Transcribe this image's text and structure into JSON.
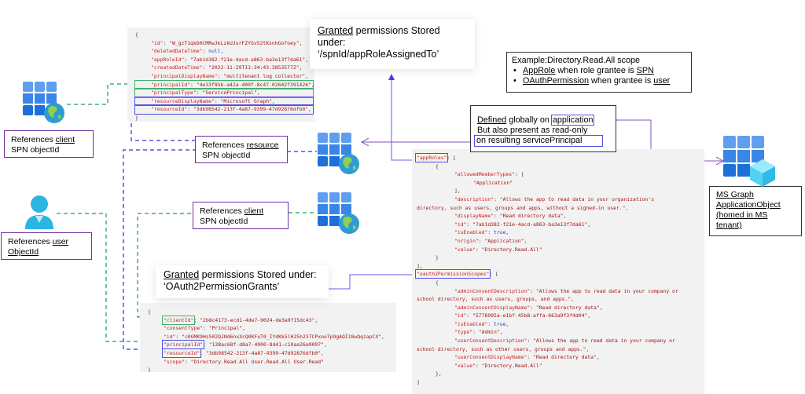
{
  "colors": {
    "green_dash": "#3cb46e",
    "blue_dash": "#5050e6",
    "purple": "#7030a0",
    "code_bg": "#f2f2f2",
    "json_key": "#c81e1e",
    "json_bool": "#1e3cd2"
  },
  "callouts": {
    "app_role_assigned": {
      "underlined": "Granted",
      "rest_line1": " permissions Stored",
      "line2": "under:",
      "line3": "‘/spnId/appRoleAssignedTo’"
    },
    "oauth2_grants": {
      "underlined": "Granted",
      "rest_line1": " permissions Stored under:",
      "line2": "‘OAuth2PermissionGrants’"
    }
  },
  "example_box": {
    "title": "Example:Directory.Read.All scope",
    "bullets": [
      {
        "u1": "AppRole",
        "mid": " when role grantee is ",
        "u2": "SPN"
      },
      {
        "u1": "OAuthPermission",
        "mid": " when grantee is ",
        "u2": "user"
      }
    ]
  },
  "defined_box": {
    "underlined": "Defined",
    "line1_mid": " globally on ",
    "line1_hl": "application",
    "line2": "But also present as read-only",
    "line3_hl": "on resulting servicePrincipal"
  },
  "labels": {
    "ref_client_left": {
      "pre": "References ",
      "u": "client",
      "line2": "SPN objectId"
    },
    "ref_user": {
      "pre": "References ",
      "u": "user",
      "line2u": "ObjectId"
    },
    "ref_resource": {
      "pre": "References ",
      "u": "resource",
      "line2": "SPN objectId"
    },
    "ref_client_mid": {
      "pre": "References ",
      "u": "client",
      "line2": "SPN objectId"
    },
    "ms_graph": [
      "MS Graph",
      "ApplicationObject",
      "(homed in MS",
      "tenant)"
    ]
  },
  "icons": {
    "spn_client_left": "enterprise-app-globe-icon",
    "user": "user-icon",
    "spn_resource": "enterprise-app-globe-icon",
    "spn_client_mid": "enterprise-app-globe-icon",
    "ms_graph_app": "app-registration-cube-icon"
  },
  "json_app_role_assignment": [
    {
      "t": "{"
    },
    {
      "k": "id",
      "v": "\"W_gzT1qkD0CMRwJkLzkUJsrFZYGvS2tKsnhGofoey\""
    },
    {
      "k": "deletedDateTime",
      "v": "null",
      "bool": true
    },
    {
      "k": "appRoleId",
      "v": "\"7ab1d382-f21e-4acd-a863-ba3e13f7da61\""
    },
    {
      "k": "createdDateTime",
      "v": "\"2022-11-29T11:34:43.3853577Z\""
    },
    {
      "k": "principalDisplayName",
      "v": "\"multitenant log collector\""
    },
    {
      "k": "principalId",
      "v": "\"4e33f85b-a42a-400f-8c47-02642f391426\"",
      "hl": "green"
    },
    {
      "k": "principalType",
      "v": "\"ServicePrincipal\"",
      "hl": "green"
    },
    {
      "k": "resourceDisplayName",
      "v": "\"Microsoft Graph\"",
      "hl": "blue"
    },
    {
      "k": "resourceId",
      "v": "\"3db98542-213f-4a87-9399-47d92876dfb0\"",
      "hl": "blue"
    },
    {
      "t": "}"
    }
  ],
  "json_oauth2_grant": [
    {
      "t": "{"
    },
    {
      "k": "clientId",
      "v": "\"2b8c4173-ecd1-4de7-9024-de3a9f15dc43\"",
      "hl": "green-key"
    },
    {
      "k": "consentType",
      "v": "\"Principal\""
    },
    {
      "k": "id",
      "v": "\"c0GMK9Hs502QJN46nxXcQ0KFuT0_IYdKk5lH25h237CPxooTp9gAQI18wQqiapCX\""
    },
    {
      "k": "principalId",
      "v": "\"138ac68f-d8a7-4000-8d41-c10aa26a9097\"",
      "hl": "blue-key"
    },
    {
      "k": "resourceId",
      "v": "\"3db98542-213f-4a87-9399-47d92876dfb0\"",
      "hl": "blue-key"
    },
    {
      "k": "scope",
      "v": "\"Directory.Read.All User.Read.All User.Read\"",
      "last": true
    },
    {
      "t": "}"
    }
  ],
  "json_application": [
    {
      "i": 0,
      "k": "appRoles",
      "t2": ": [",
      "hl": "blue-key"
    },
    {
      "i": 1,
      "t": "{"
    },
    {
      "i": 2,
      "k": "allowedMemberTypes",
      "t2": ": ["
    },
    {
      "i": 3,
      "s": "\"Application\""
    },
    {
      "i": 2,
      "t": "],"
    },
    {
      "i": 2,
      "k": "description",
      "v": "\"Allows the app to read data in your organization's"
    },
    {
      "i": 0,
      "s": "directory, such as users, groups and apps, without a signed-in user.\","
    },
    {
      "i": 2,
      "k": "displayName",
      "v": "\"Read directory data\""
    },
    {
      "i": 2,
      "k": "id",
      "v": "\"7ab1d382-f21e-4acd-a863-ba3e13f7da61\""
    },
    {
      "i": 2,
      "k": "isEnabled",
      "v": "true",
      "bool": true
    },
    {
      "i": 2,
      "k": "origin",
      "v": "\"Application\""
    },
    {
      "i": 2,
      "k": "value",
      "v": "\"Directory.Read.All\"",
      "last": true
    },
    {
      "i": 1,
      "t": "}"
    },
    {
      "i": 0,
      "t": "],"
    },
    {
      "i": 0,
      "k": "oauth2PermissionScopes",
      "t2": ": [",
      "hl": "blue-key"
    },
    {
      "i": 1,
      "t": "{"
    },
    {
      "i": 2,
      "k": "adminConsentDescription",
      "v": "\"Allows the app to read data in your company or"
    },
    {
      "i": 0,
      "s": "school directory, such as users, groups, and apps.\","
    },
    {
      "i": 2,
      "k": "adminConsentDisplayName",
      "v": "\"Read directory data\""
    },
    {
      "i": 2,
      "k": "id",
      "v": "\"5778995a-e1bf-45b8-affa-663a9f3f4d04\""
    },
    {
      "i": 2,
      "k": "isEnabled",
      "v": "true",
      "bool": true
    },
    {
      "i": 2,
      "k": "type",
      "v": "\"Admin\""
    },
    {
      "i": 2,
      "k": "userConsentDescription",
      "v": "\"Allows the app to read data in your company or"
    },
    {
      "i": 0,
      "s": "school directory, such as other users, groups and apps.\","
    },
    {
      "i": 2,
      "k": "userConsentDisplayName",
      "v": "\"Read directory data\""
    },
    {
      "i": 2,
      "k": "value",
      "v": "\"Directory.Read.All\"",
      "last": true
    },
    {
      "i": 1,
      "t": "},"
    },
    {
      "i": 0,
      "t": "]"
    }
  ]
}
